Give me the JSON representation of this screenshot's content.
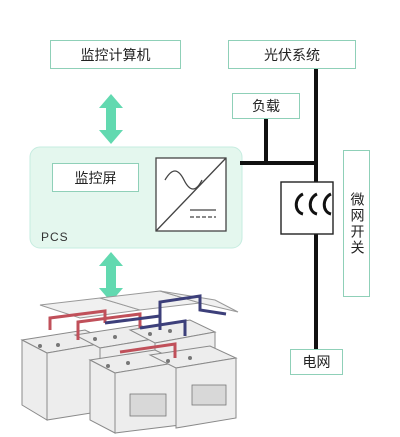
{
  "labels": {
    "monitor_computer": "监控计算机",
    "pv_system": "光伏系统",
    "load": "负载",
    "monitor_screen": "监控屏",
    "pcs": "PCS",
    "microgrid_switch": "微网开关",
    "grid": "电网"
  },
  "colors": {
    "box_border": "#8fd0b8",
    "pcs_fill": "#e4f7ee",
    "arrow": "#62d9b0",
    "line": "#111111",
    "battery_red": "#c0505a",
    "battery_blue": "#3c3f7a"
  }
}
